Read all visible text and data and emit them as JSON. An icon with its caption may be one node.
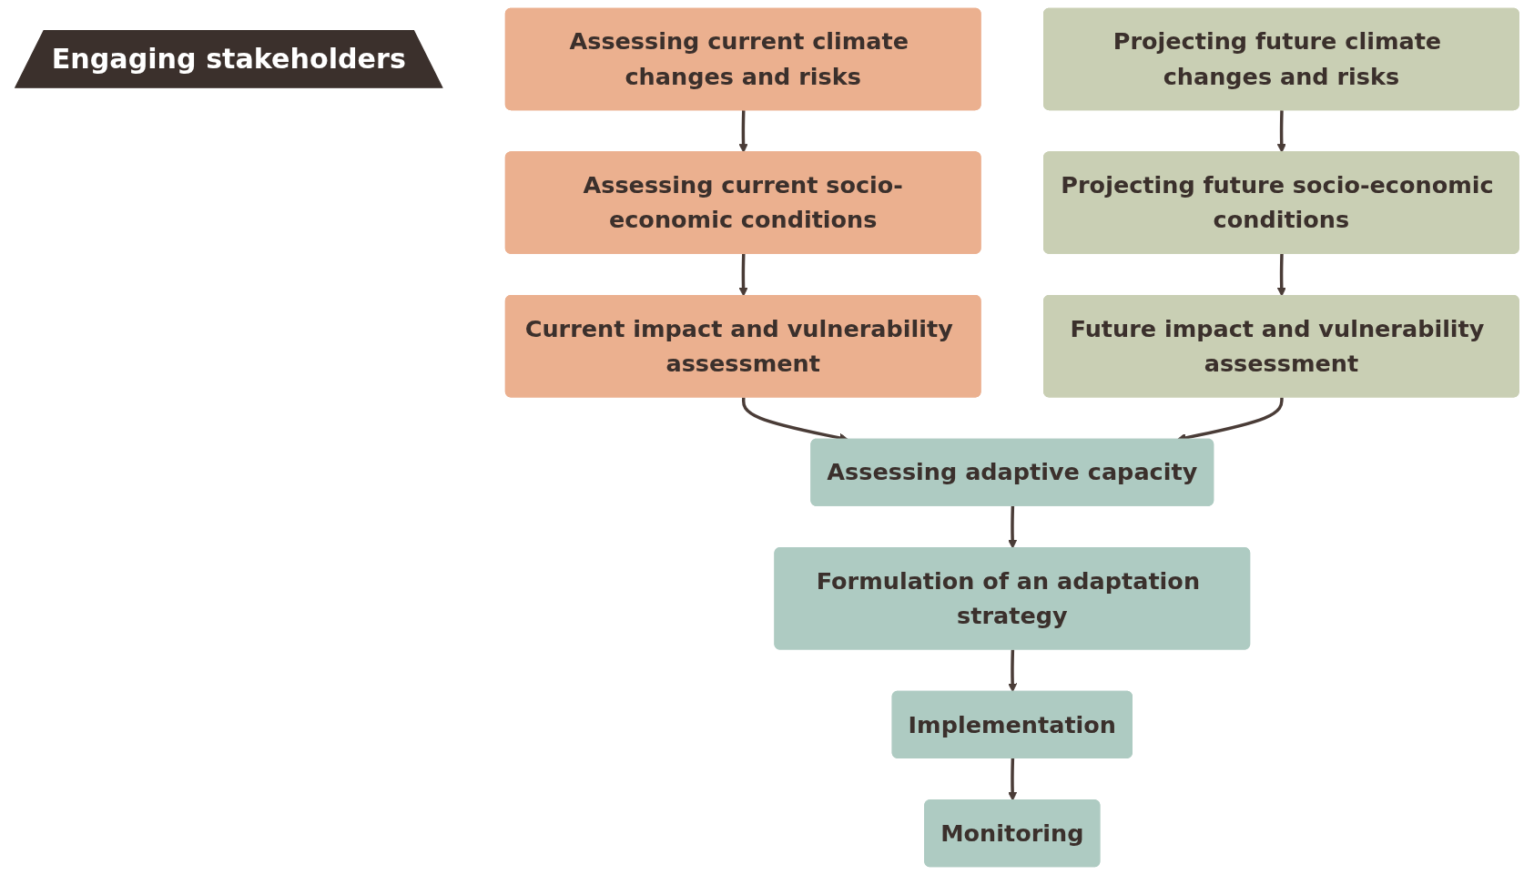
{
  "diagram": {
    "nodes": [
      {
        "text": [
          "Engaging stakeholders"
        ]
      },
      {
        "text": [
          "Assessing current climate changes and risks"
        ]
      },
      {
        "text": [
          "Assessing current socio-economic conditions"
        ]
      },
      {
        "text": [
          "Current impact and vulnerability assessment"
        ]
      },
      {
        "text": [
          "Projecting future climate changes and risks"
        ]
      },
      {
        "text": [
          "Projecting future socio-economic conditions"
        ]
      },
      {
        "text": [
          "Future impact and vulnerability assessment"
        ]
      },
      {
        "text": [
          "Assessing adaptive capacity"
        ]
      },
      {
        "text": [
          "Formulation of an adaptation strategy"
        ]
      },
      {
        "text": [
          "Implementation"
        ]
      },
      {
        "text": [
          "Monitoring"
        ]
      }
    ],
    "edges": [
      {
        "from": 1,
        "to": 2,
        "arrow": "to"
      },
      {
        "from": 2,
        "to": 3,
        "arrow": "to"
      },
      {
        "from": 4,
        "to": 5,
        "arrow": "to"
      },
      {
        "from": 5,
        "to": 6,
        "arrow": "to"
      },
      {
        "from": 3,
        "to": 7,
        "arrow": "to"
      },
      {
        "from": 6,
        "to": 7,
        "arrow": "to"
      },
      {
        "from": 7,
        "to": 8,
        "arrow": "to"
      },
      {
        "from": 8,
        "to": 9,
        "arrow": "to"
      },
      {
        "from": 9,
        "to": 10,
        "arrow": "to"
      }
    ]
  }
}
